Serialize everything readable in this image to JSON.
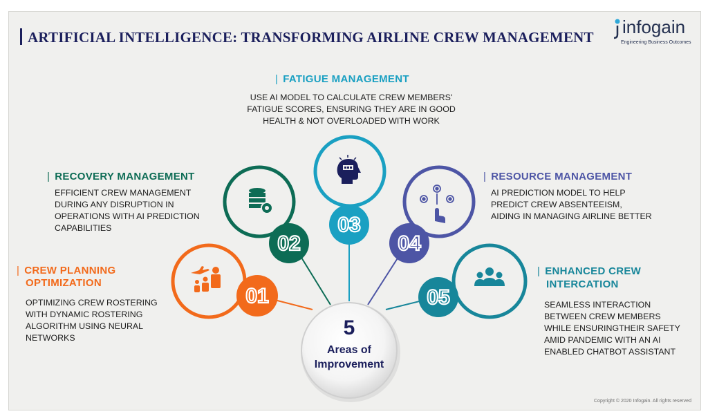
{
  "title": "ARTIFICIAL INTELLIGENCE: TRANSFORMING AIRLINE CREW MANAGEMENT",
  "logo": {
    "name": "infogain",
    "tagline": "Engineering Business Outcomes"
  },
  "center": {
    "number": "5",
    "line1": "Areas of",
    "line2": "Improvement"
  },
  "areas": [
    {
      "num": "01",
      "heading_line1": "CREW PLANNING",
      "heading_line2": "OPTIMIZATION",
      "desc": "OPTIMIZING CREW ROSTERING\nWITH DYNAMIC  ROSTERING\nALGORITHM USING NEURAL\nNETWORKS",
      "color": "#f26a1b",
      "icon": "crew-plane-icon"
    },
    {
      "num": "02",
      "heading": "RECOVERY MANAGEMENT",
      "desc": "EFFICIENT CREW MANAGEMENT\nDURING ANY DISRUPTION IN\nOPERATIONS WITH AI PREDICTION\nCAPABILITIES",
      "color": "#0d6c55",
      "icon": "database-gear-icon"
    },
    {
      "num": "03",
      "heading": "FATIGUE MANAGEMENT",
      "desc": "USE AI MODEL TO CALCULATE CREW MEMBERS'\nFATIGUE SCORES, ENSURING THEY ARE IN GOOD\nHEALTH & NOT OVERLOADED WITH WORK",
      "color": "#1aa0c2",
      "icon": "head-battery-icon"
    },
    {
      "num": "04",
      "heading": "RESOURCE MANAGEMENT",
      "desc": "AI PREDICTION MODEL TO HELP\nPREDICT CREW ABSENTEEISM,\nAIDING IN MANAGING AIRLINE BETTER",
      "color": "#4d55a5",
      "icon": "hand-select-people-icon"
    },
    {
      "num": "05",
      "heading_line1": "ENHANCED CREW",
      "heading_line2": "INTERCATION",
      "desc": "SEAMLESS INTERACTION\nBETWEEN CREW MEMBERS\nWHILE ENSURINGTHEIR SAFETY\nAMID PANDEMIC WITH AN AI\nENABLED CHATBOT ASSISTANT",
      "color": "#17869a",
      "icon": "team-icon"
    }
  ],
  "copyright": "Copyright © 2020 Infogain. All rights reserved"
}
